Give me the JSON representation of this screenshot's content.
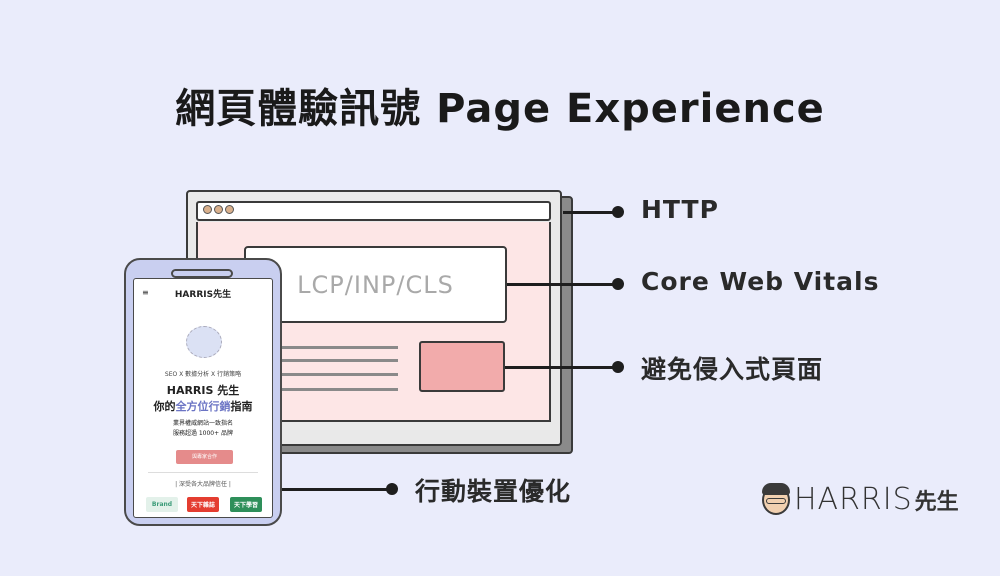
{
  "title": "網頁體驗訊號 Page Experience",
  "browser": {
    "content_box_label": "LCP/INP/CLS"
  },
  "callouts": {
    "http": "HTTP",
    "core_web_vitals": "Core Web Vitals",
    "no_intrusive": "避免侵入式頁面",
    "mobile": "行動裝置優化"
  },
  "phone": {
    "menu_glyph": "≡",
    "logo": "HARRIS先生",
    "tagline": "SEO X 數據分析 X 行銷策略",
    "heading_1": "HARRIS 先生",
    "heading_2_pre": "你的",
    "heading_2_accent": "全方位行銷",
    "heading_2_post": "指南",
    "desc_1": "業界權威網站一致指名",
    "desc_2": "服務超過 1000+ 品牌",
    "button": "與專家合作",
    "trust_line": "| 深受各大品牌信任 |",
    "brands": [
      "Brand",
      "天下雜誌",
      "天下學習"
    ]
  },
  "brand": {
    "name": "HARRIS",
    "suffix": "先生"
  },
  "colors": {
    "background": "#eaecfb",
    "page_pink": "#fde6e6",
    "ad_pink": "#f2abab",
    "phone_body": "#c9cff0",
    "accent": "#6b74c4"
  }
}
